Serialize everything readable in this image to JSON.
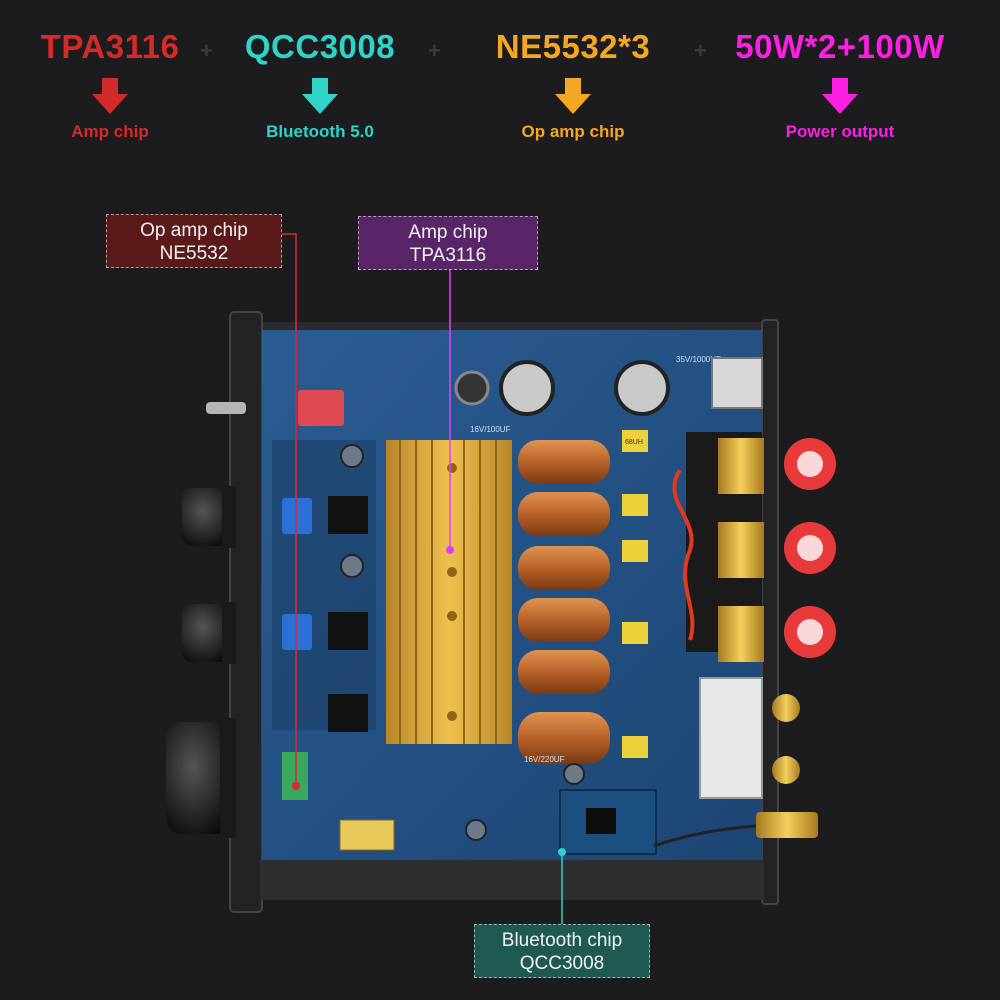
{
  "specs": [
    {
      "title": "TPA3116",
      "sub": "Amp chip",
      "color": "#d42a2a"
    },
    {
      "title": "QCC3008",
      "sub": "Bluetooth 5.0",
      "color": "#2fd3c8"
    },
    {
      "title": "NE5532*3",
      "sub": "Op amp chip",
      "color": "#f5a623"
    },
    {
      "title": "50W*2+100W",
      "sub": "Power output",
      "color": "#ff1fe4"
    }
  ],
  "plus_sign": "+",
  "callouts": {
    "opamp": {
      "line1": "Op amp chip",
      "line2": "NE5532",
      "bg": "#5a1a1a",
      "dot": "#e2262e"
    },
    "amp": {
      "line1": "Amp chip",
      "line2": "TPA3116",
      "bg": "#5a2468",
      "dot": "#e040fb"
    },
    "bluetooth": {
      "line1": "Bluetooth chip",
      "line2": "QCC3008",
      "bg": "#1e5a52",
      "dot": "#2fd3c8"
    }
  },
  "board_labels": {
    "cap1": "16V/100UF",
    "cap2": "35V/1000UF",
    "inductor": "68UH",
    "bt_cap": "16V/220UF"
  }
}
